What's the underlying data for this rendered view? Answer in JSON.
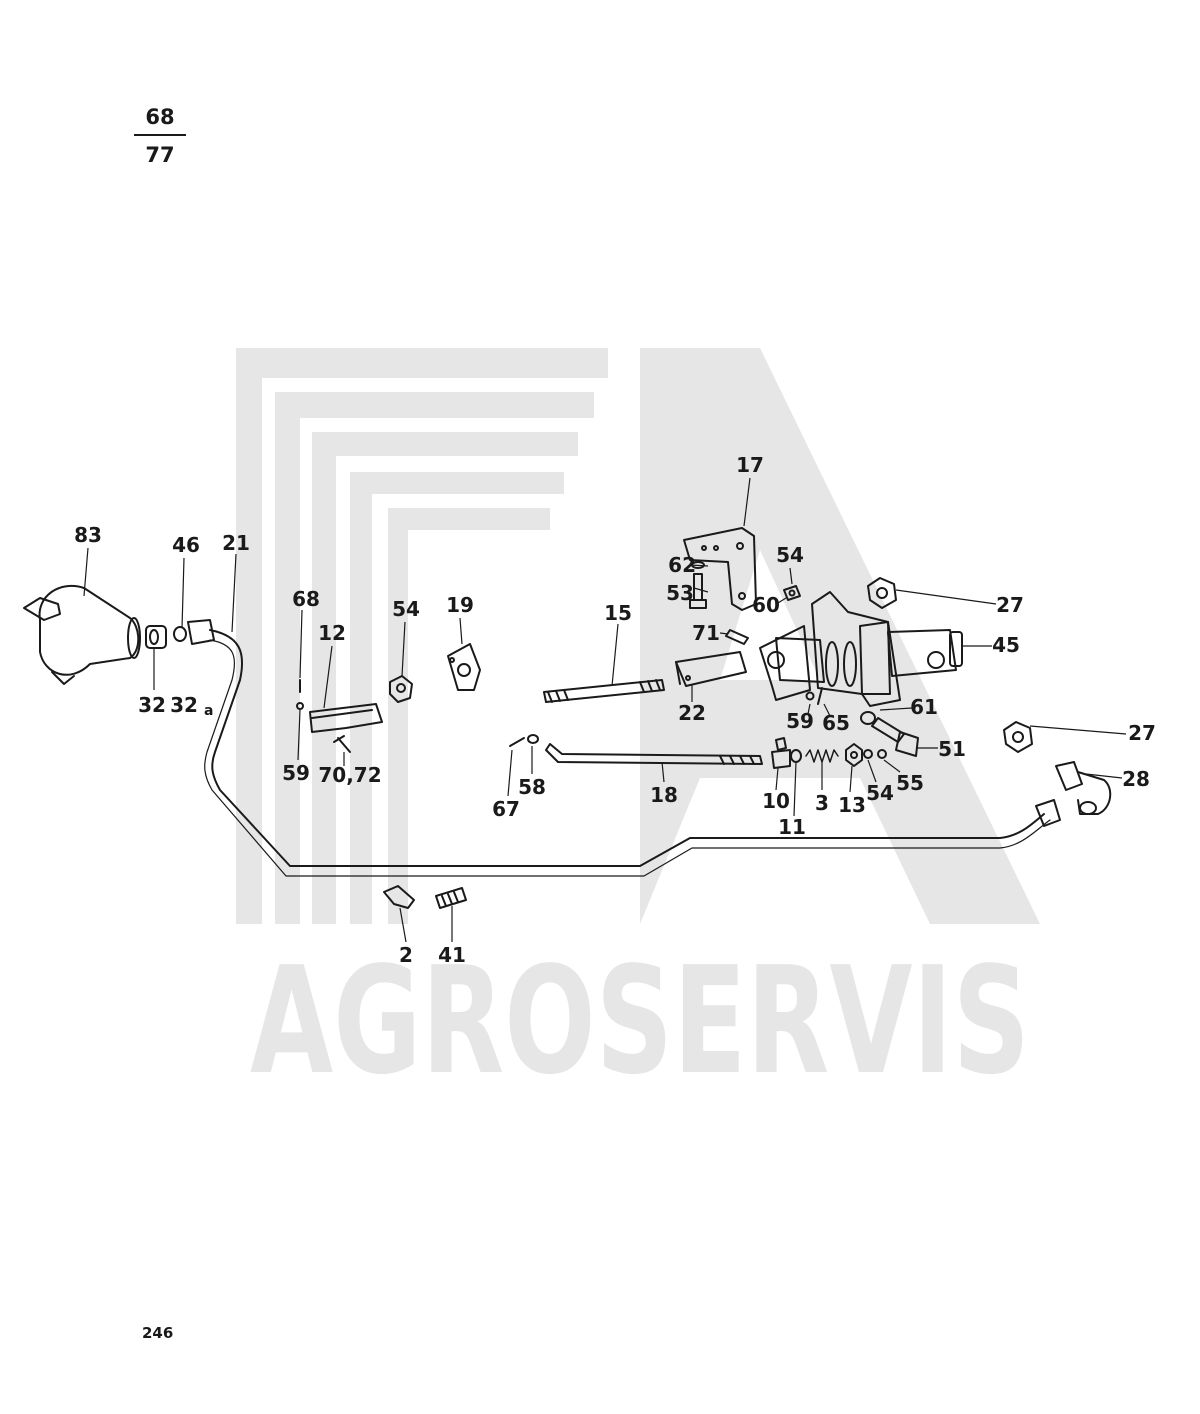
{
  "header": {
    "numerator": "68",
    "denominator": "77"
  },
  "watermark": {
    "text": "AGROSERVIS",
    "color": "#e6e6e6"
  },
  "page_number": "246",
  "callouts": {
    "c83": "83",
    "c46": "46",
    "c21": "21",
    "c32": "32",
    "c32a": "32",
    "c32a_sub": "a",
    "c68": "68",
    "c12": "12",
    "c59a": "59",
    "c7072": "70,72",
    "c54a": "54",
    "c19": "19",
    "c15": "15",
    "c22": "22",
    "c17": "17",
    "c62": "62",
    "c53": "53",
    "c54b": "54",
    "c60": "60",
    "c71": "71",
    "c27a": "27",
    "c45": "45",
    "c59b": "59",
    "c65": "65",
    "c61": "61",
    "c51": "51",
    "c27b": "27",
    "c28": "28",
    "c67": "67",
    "c58": "58",
    "c18": "18",
    "c10": "10",
    "c11": "11",
    "c3": "3",
    "c13": "13",
    "c54c": "54",
    "c55": "55",
    "c2": "2",
    "c41": "41"
  }
}
